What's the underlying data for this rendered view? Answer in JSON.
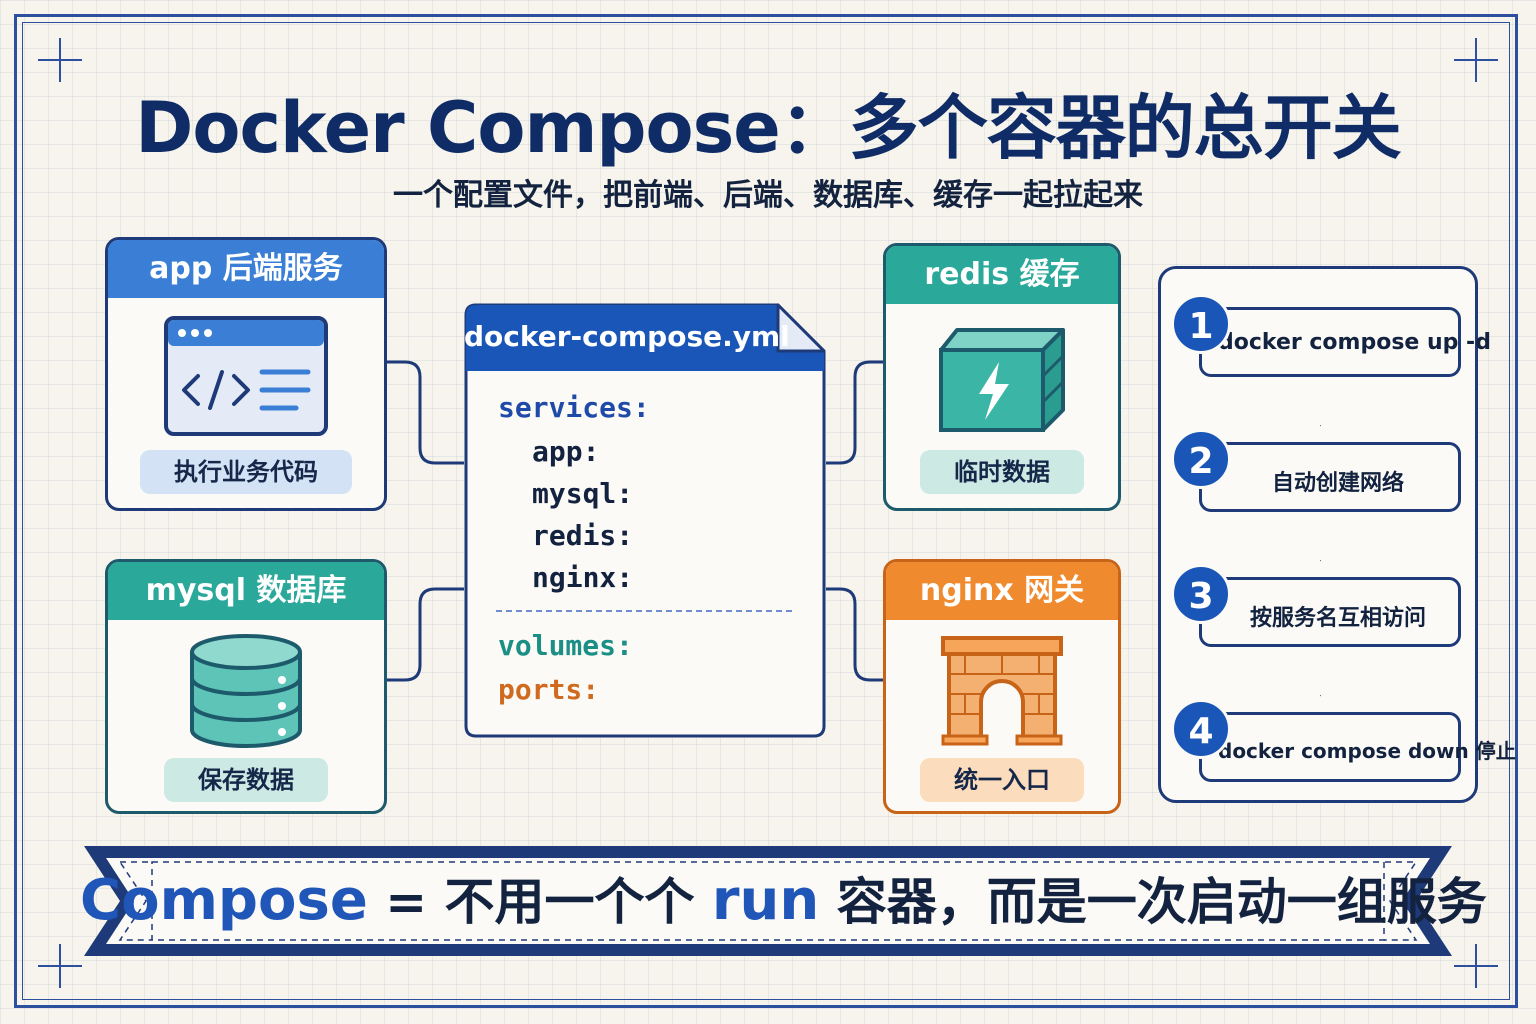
{
  "title": "Docker Compose：多个容器的总开关",
  "subtitle": "一个配置文件，把前端、后端、数据库、缓存一起拉起来",
  "cards": {
    "app": {
      "title": "app 后端服务",
      "tag": "执行业务代码"
    },
    "mysql": {
      "title": "mysql 数据库",
      "tag": "保存数据"
    },
    "redis": {
      "title": "redis 缓存",
      "tag": "临时数据"
    },
    "nginx": {
      "title": "nginx 网关",
      "tag": "统一入口"
    }
  },
  "file": {
    "name": "docker-compose.yml",
    "services_key": "services:",
    "services": [
      "app:",
      "mysql:",
      "redis:",
      "nginx:"
    ],
    "volumes_key": "volumes:",
    "ports_key": "ports:"
  },
  "steps": [
    {
      "number": "1",
      "text": "docker compose up -d"
    },
    {
      "number": "2",
      "text": "自动创建网络"
    },
    {
      "number": "3",
      "text": "按服务名互相访问"
    },
    {
      "number": "4",
      "text": "docker compose down 停止"
    }
  ],
  "banner": {
    "highlight_1": "Compose",
    "part_1": " = 不用一个个 ",
    "highlight_2": "run",
    "part_2": " 容器，而是一次启动一组服务"
  },
  "colors": {
    "navy": "#1e3a78",
    "blue": "#3a7fd5",
    "teal": "#2aa89a",
    "orange": "#f08a2e",
    "paper": "#f6f4ec"
  }
}
